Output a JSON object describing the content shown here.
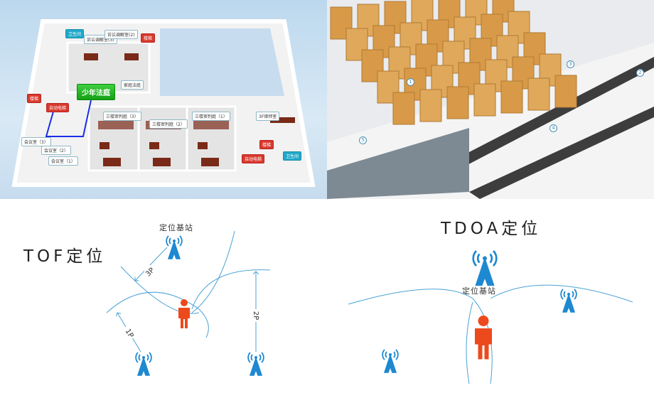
{
  "floor_plan": {
    "labels": [
      {
        "text": "卫生间",
        "style": "teal"
      },
      {
        "text": "诉讼调解室(3)",
        "style": "plain"
      },
      {
        "text": "诉讼调解室(2)",
        "style": "plain"
      },
      {
        "text": "楼梯",
        "style": "red"
      },
      {
        "text": "少年法庭",
        "style": "green"
      },
      {
        "text": "家庭法庭",
        "style": "plain"
      },
      {
        "text": "楼梯",
        "style": "red"
      },
      {
        "text": "自动电梯",
        "style": "red"
      },
      {
        "text": "三楼审判庭（3）",
        "style": "plain"
      },
      {
        "text": "三楼审判庭（2）",
        "style": "plain"
      },
      {
        "text": "三楼审判庭（1）",
        "style": "plain"
      },
      {
        "text": "3F律师室",
        "style": "plain"
      },
      {
        "text": "楼梯",
        "style": "red"
      },
      {
        "text": "自动电梯",
        "style": "red"
      },
      {
        "text": "卫生间",
        "style": "teal"
      },
      {
        "text": "会议室（3）",
        "style": "plain"
      },
      {
        "text": "会议室（2）",
        "style": "plain"
      },
      {
        "text": "会议室（1）",
        "style": "plain"
      }
    ],
    "route_color": "#1a2ee8"
  },
  "warehouse": {
    "station_numbers": [
      "1",
      "2",
      "3",
      "4",
      "5"
    ]
  },
  "tof": {
    "title": "TOF定位",
    "base_station_label": "定位基站",
    "distances": [
      "3P",
      "1P",
      "2P"
    ]
  },
  "tdoa": {
    "title": "TDOA定位",
    "base_station_label": "定位基站"
  },
  "colors": {
    "tower": "#1e88d0",
    "person": "#ec4a1c",
    "arc": "#4aa3d6"
  }
}
